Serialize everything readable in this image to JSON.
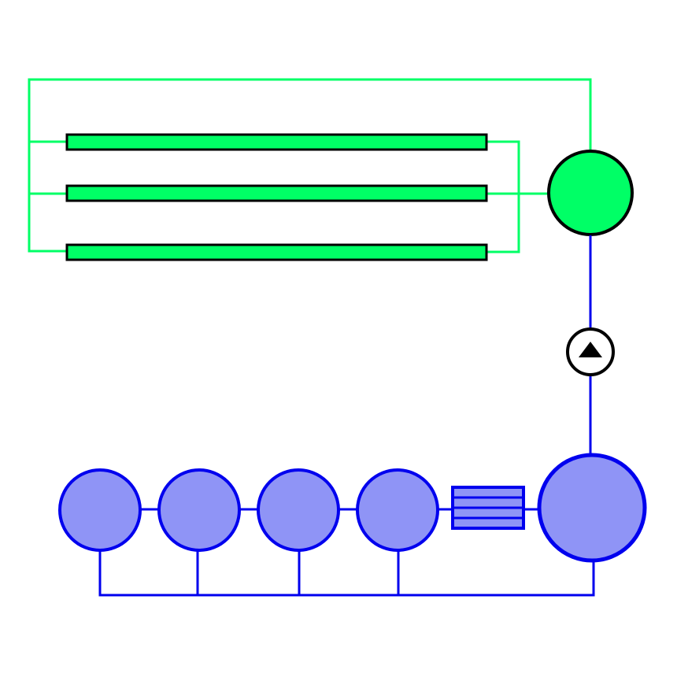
{
  "colors": {
    "background": "#ffffff",
    "green_line": "#00ff66",
    "green_fill": "#00ff66",
    "blue_line": "#0000ee",
    "blue_fill": "#8f94f6",
    "outline": "#000000"
  },
  "components": {
    "green_bars": [
      "bar-1",
      "bar-2",
      "bar-3"
    ],
    "green_collector": "green-collector-circle",
    "pump": "pump-triangle-icon",
    "blue_tank": "large-blue-tank",
    "filter": "striped-filter-unit",
    "blue_tanks": [
      "tank-1",
      "tank-2",
      "tank-3",
      "tank-4"
    ]
  }
}
